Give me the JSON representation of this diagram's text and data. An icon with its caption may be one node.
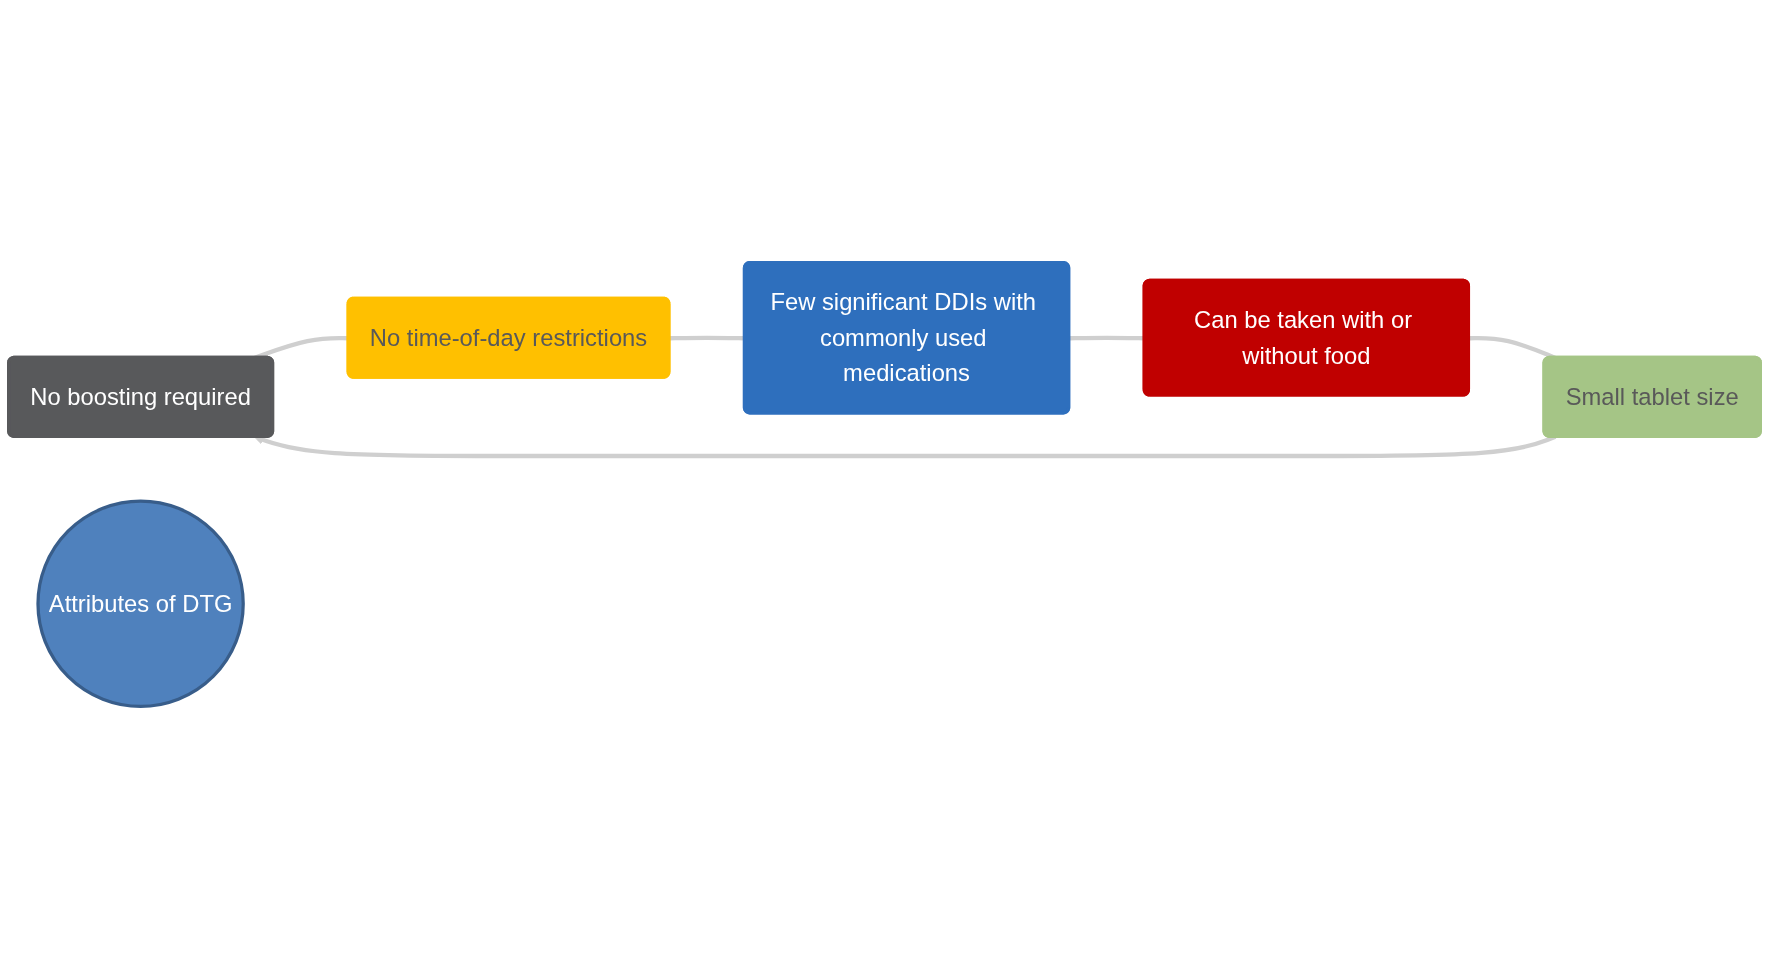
{
  "diagram": {
    "nodes": [
      {
        "text": [
          "No boosting required"
        ]
      },
      {
        "text": [
          "No time-of-day restrictions"
        ]
      },
      {
        "text": [
          "Few significant DDIs with commonly used medications"
        ]
      },
      {
        "text": [
          "Can be taken with or without food"
        ]
      },
      {
        "text": [
          "Small tablet size"
        ]
      },
      {
        "text": [
          "Attributes of DTG"
        ]
      }
    ],
    "edges": [
      {
        "from": 0,
        "to": 1,
        "arrow": "none"
      },
      {
        "from": 1,
        "to": 2,
        "arrow": "none"
      },
      {
        "from": 2,
        "to": 3,
        "arrow": "none"
      },
      {
        "from": 3,
        "to": 4,
        "arrow": "none"
      },
      {
        "from": 4,
        "to": 0,
        "arrow": "to"
      }
    ]
  }
}
